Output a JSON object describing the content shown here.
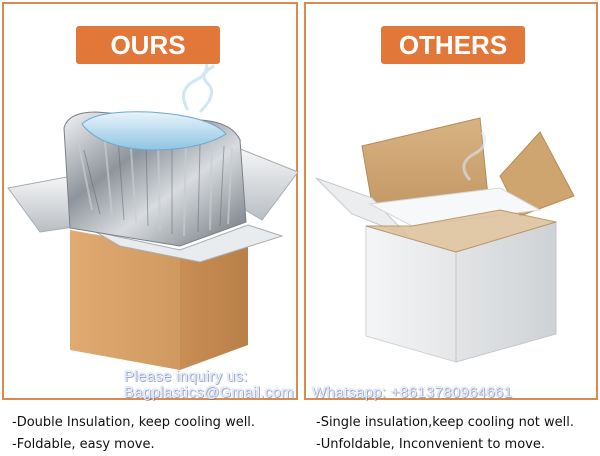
{
  "labels": {
    "ours": "OURS",
    "others": "OTHERS"
  },
  "watermark": {
    "line1": "Please inquiry us:",
    "email": "Bagplastics@Gmail.com",
    "whatsapp": "Whatsapp: +8613780964661"
  },
  "features": {
    "ours": [
      "-Double Insulation, keep cooling well.",
      "-Foldable, easy move."
    ],
    "others": [
      "-Single insulation,keep cooling not well.",
      "-Unfoldable, Inconvenient to move."
    ]
  },
  "colors": {
    "accent": "#e2773a",
    "border": "#d98a4e",
    "cardboard": "#d9a36b"
  }
}
